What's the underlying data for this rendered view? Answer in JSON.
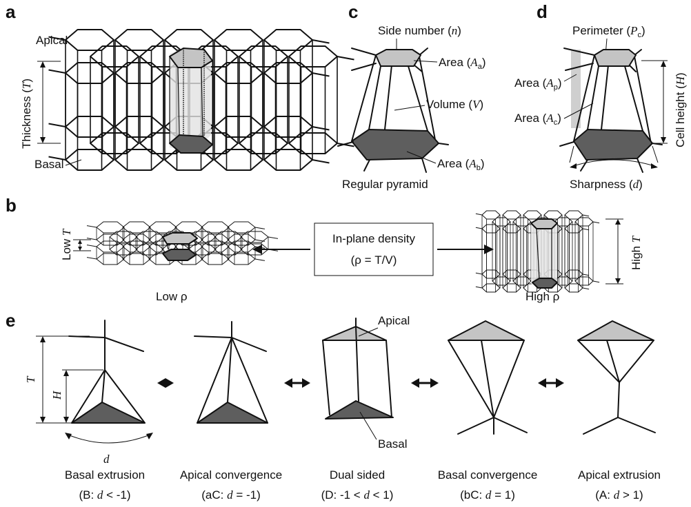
{
  "panels": {
    "a": {
      "letter": "a",
      "apical": "Apical",
      "basal": "Basal",
      "thickness": "Thickness (",
      "thickness_sym": "T",
      "thickness_close": ")"
    },
    "b": {
      "letter": "b",
      "low_T_prefix": "Low ",
      "low_T_sym": "T",
      "high_T_prefix": "High ",
      "high_T_sym": "T",
      "density_line1": "In-plane density",
      "density_line2": "(ρ = T/V)",
      "low_rho": "Low ρ",
      "high_rho": "High ρ"
    },
    "c": {
      "letter": "c",
      "side_number": "Side number (",
      "side_number_sym": "n",
      "side_number_close": ")",
      "area_a": "Area (",
      "area_a_sym": "A",
      "area_a_sub": "a",
      "volume": "Volume (",
      "volume_sym": "V",
      "area_b": "Area (",
      "area_b_sym": "A",
      "area_b_sub": "b",
      "caption": "Regular pyramid"
    },
    "d": {
      "letter": "d",
      "perimeter": "Perimeter (",
      "perimeter_sym": "P",
      "perimeter_sub": "c",
      "area_p": "Area (",
      "area_p_sym": "A",
      "area_p_sub": "p",
      "area_c": "Area (",
      "area_c_sym": "A",
      "area_c_sub": "c",
      "cell_height": "Cell height (",
      "cell_height_sym": "H",
      "sharpness": "Sharpness (",
      "sharpness_sym": "d"
    },
    "e": {
      "letter": "e",
      "T": "T",
      "H": "H",
      "d": "d",
      "apical": "Apical",
      "basal": "Basal",
      "shapes": [
        {
          "name": "Basal extrusion",
          "cond_pre": "(B: ",
          "cond_sym": "d",
          "cond_post": " < -1)"
        },
        {
          "name": "Apical convergence",
          "cond_pre": "(aC: ",
          "cond_sym": "d",
          "cond_post": " = -1)"
        },
        {
          "name": "Dual sided",
          "cond_pre": "(D: -1 < ",
          "cond_sym": "d",
          "cond_post": " < 1)"
        },
        {
          "name": "Basal convergence",
          "cond_pre": "(bC: ",
          "cond_sym": "d",
          "cond_post": " = 1)"
        },
        {
          "name": "Apical extrusion",
          "cond_pre": "(A: ",
          "cond_sym": "d",
          "cond_post": " > 1)"
        }
      ]
    }
  },
  "colors": {
    "apical_fill": "#c4c4c4",
    "basal_fill": "#5e5e5e",
    "line": "#111111"
  }
}
